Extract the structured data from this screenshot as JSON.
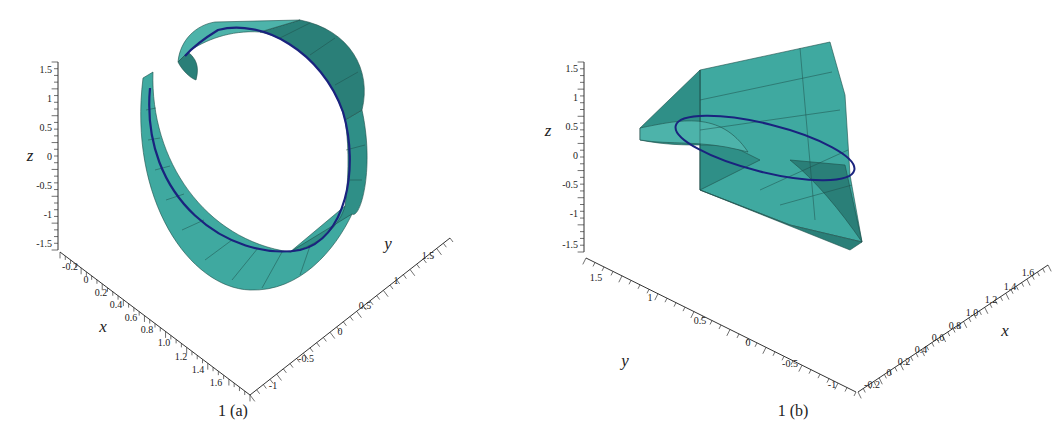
{
  "diagram": {
    "labels": [
      "1.5",
      "1",
      "0.5",
      "0",
      "-0.5",
      "-1",
      "-1.5",
      "z",
      "-0.2",
      "0",
      "0.2",
      "0.4",
      "0.6",
      "0.8",
      "1.0",
      "1.2",
      "1.4",
      "1.6",
      "x",
      "-1",
      "-0.5",
      "0",
      "0.5",
      "1",
      "1.5",
      "y",
      "1 (a)",
      "1.5",
      "1",
      "0.5",
      "0",
      "-0.5",
      "-1",
      "-1.5",
      "z",
      "1.5",
      "1",
      "0.5",
      "0",
      "-0.5",
      "-1",
      "y",
      "-0.2",
      "0",
      "0.2",
      "0.4",
      "0.6",
      "0.8",
      "1.0",
      "1.2",
      "1.4",
      "1.6",
      "x",
      "1 (b)"
    ]
  }
}
